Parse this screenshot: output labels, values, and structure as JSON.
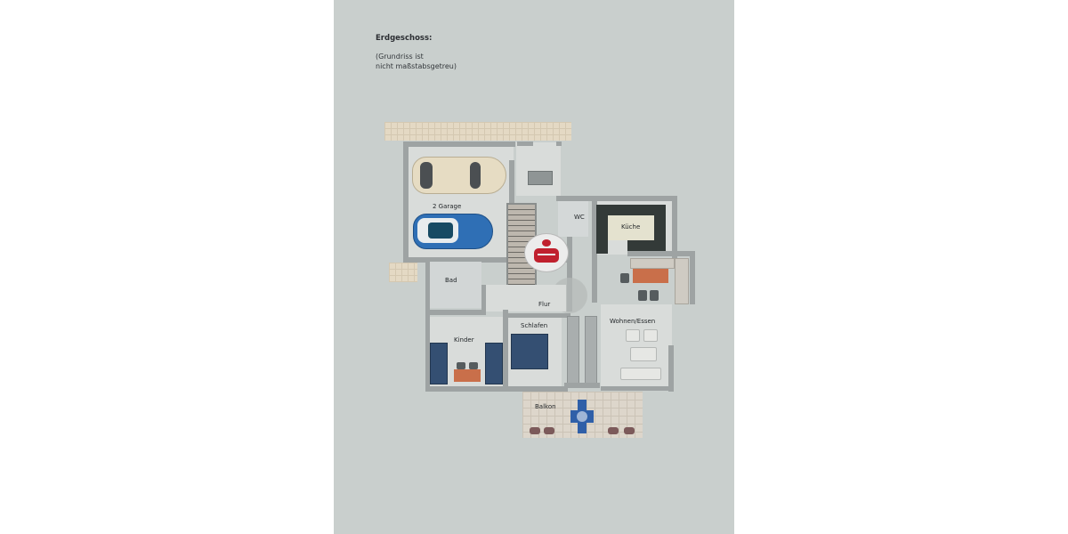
{
  "header": {
    "title": "Erdgeschoss:",
    "note_line1": "(Grundriss ist",
    "note_line2": "nicht maßstabsgetreu)"
  },
  "rooms": {
    "garage": "2 Garage",
    "wc": "WC",
    "kueche": "Küche",
    "bad": "Bad",
    "flur": "Flur",
    "schlafen": "Schlafen",
    "kinder": "Kinder",
    "wohnen": "Wohnen/Essen",
    "balkon": "Balkon"
  },
  "colors": {
    "paper": "#c9cfcd",
    "wall": "#9ea3a3",
    "floor": "#d9dcda",
    "bed": "#344f72",
    "car_beige": "#e6dcc3",
    "car_blue": "#2f6fb5",
    "logo_red": "#c0202e"
  }
}
